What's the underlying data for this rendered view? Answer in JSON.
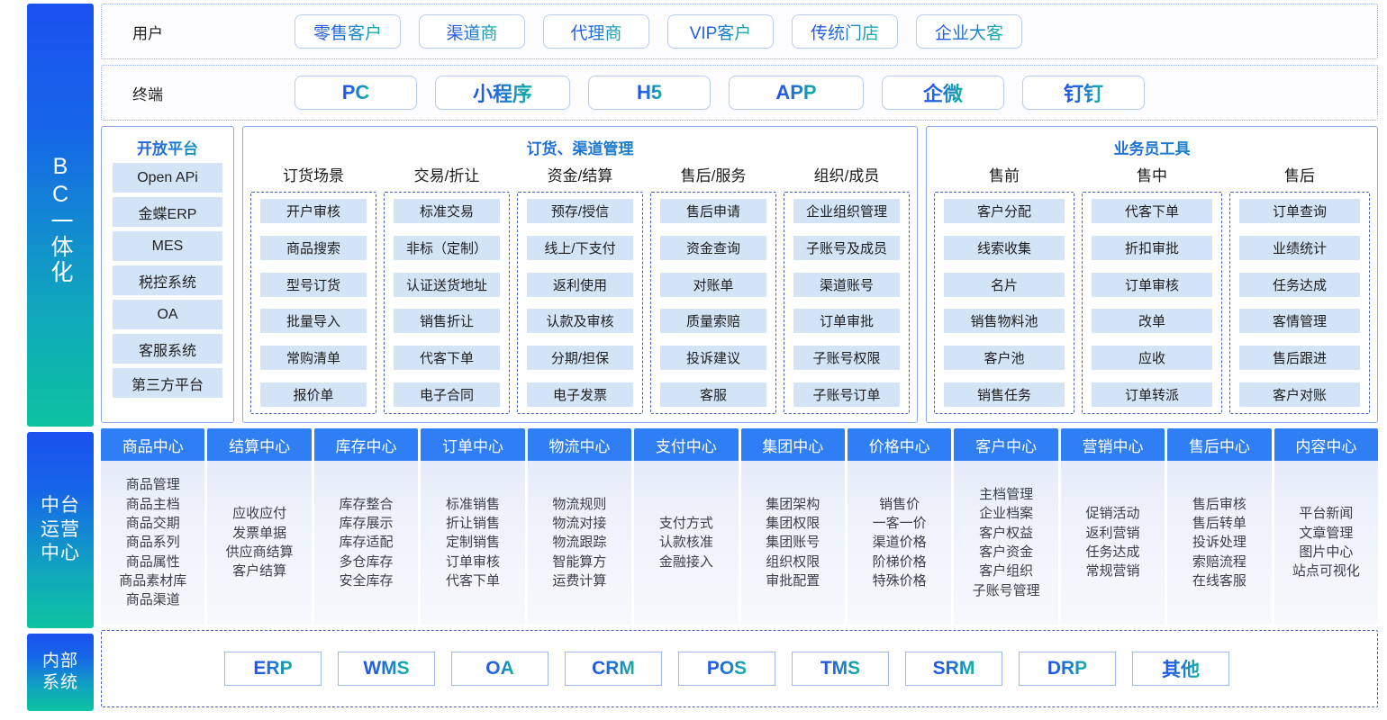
{
  "rail": {
    "bc": "BC一体化",
    "middle": [
      "中台",
      "运营",
      "中心"
    ],
    "internal": [
      "内部",
      "系统"
    ]
  },
  "channels": {
    "user": {
      "label": "用户",
      "items": [
        "零售客户",
        "渠道商",
        "代理商",
        "VIP客户",
        "传统门店",
        "企业大客"
      ]
    },
    "terminal": {
      "label": "终端",
      "items": [
        "PC",
        "小程序",
        "H5",
        "APP",
        "企微",
        "钉钉"
      ]
    }
  },
  "open_platform": {
    "title": "开放平台",
    "items": [
      "Open APi",
      "金蝶ERP",
      "MES",
      "税控系统",
      "OA",
      "客服系统",
      "第三方平台"
    ]
  },
  "order_channel": {
    "title": "订货、渠道管理",
    "columns": [
      {
        "head": "订货场景",
        "items": [
          "开户审核",
          "商品搜索",
          "型号订货",
          "批量导入",
          "常购清单",
          "报价单"
        ]
      },
      {
        "head": "交易/折让",
        "items": [
          "标准交易",
          "非标（定制）",
          "认证送货地址",
          "销售折让",
          "代客下单",
          "电子合同"
        ]
      },
      {
        "head": "资金/结算",
        "items": [
          "预存/授信",
          "线上/下支付",
          "返利使用",
          "认款及审核",
          "分期/担保",
          "电子发票"
        ]
      },
      {
        "head": "售后/服务",
        "items": [
          "售后申请",
          "资金查询",
          "对账单",
          "质量索赔",
          "投诉建议",
          "客服"
        ]
      },
      {
        "head": "组织/成员",
        "items": [
          "企业组织管理",
          "子账号及成员",
          "渠道账号",
          "订单审批",
          "子账号权限",
          "子账号订单"
        ]
      }
    ]
  },
  "sales_tools": {
    "title": "业务员工具",
    "columns": [
      {
        "head": "售前",
        "items": [
          "客户分配",
          "线索收集",
          "名片",
          "销售物料池",
          "客户池",
          "销售任务"
        ]
      },
      {
        "head": "售中",
        "items": [
          "代客下单",
          "折扣审批",
          "订单审核",
          "改单",
          "应收",
          "订单转派"
        ]
      },
      {
        "head": "售后",
        "items": [
          "订单查询",
          "业绩统计",
          "任务达成",
          "客情管理",
          "售后跟进",
          "客户对账"
        ]
      }
    ]
  },
  "centers": [
    {
      "head": "商品中心",
      "items": [
        "商品管理",
        "商品主档",
        "商品交期",
        "商品系列",
        "商品属性",
        "商品素材库",
        "商品渠道"
      ]
    },
    {
      "head": "结算中心",
      "items": [
        "应收应付",
        "发票单据",
        "供应商结算",
        "客户结算"
      ]
    },
    {
      "head": "库存中心",
      "items": [
        "库存整合",
        "库存展示",
        "库存适配",
        "多仓库存",
        "安全库存"
      ]
    },
    {
      "head": "订单中心",
      "items": [
        "标准销售",
        "折让销售",
        "定制销售",
        "订单审核",
        "代客下单"
      ]
    },
    {
      "head": "物流中心",
      "items": [
        "物流规则",
        "物流对接",
        "物流跟踪",
        "智能算方",
        "运费计算"
      ]
    },
    {
      "head": "支付中心",
      "items": [
        "支付方式",
        "认款核准",
        "金融接入"
      ]
    },
    {
      "head": "集团中心",
      "items": [
        "集团架构",
        "集团权限",
        "集团账号",
        "组织权限",
        "审批配置"
      ]
    },
    {
      "head": "价格中心",
      "items": [
        "销售价",
        "一客一价",
        "渠道价格",
        "阶梯价格",
        "特殊价格"
      ]
    },
    {
      "head": "客户中心",
      "items": [
        "主档管理",
        "企业档案",
        "客户权益",
        "客户资金",
        "客户组织",
        "子账号管理"
      ]
    },
    {
      "head": "营销中心",
      "items": [
        "促销活动",
        "返利营销",
        "任务达成",
        "常规营销"
      ]
    },
    {
      "head": "售后中心",
      "items": [
        "售后审核",
        "售后转单",
        "投诉处理",
        "索赔流程",
        "在线客服"
      ]
    },
    {
      "head": "内容中心",
      "items": [
        "平台新闻",
        "文章管理",
        "图片中心",
        "站点可视化"
      ]
    }
  ],
  "internal_systems": [
    "ERP",
    "WMS",
    "OA",
    "CRM",
    "POS",
    "TMS",
    "SRM",
    "DRP",
    "其他"
  ],
  "colors": {
    "brand_blue": "#2350E8",
    "brand_teal": "#11B89C",
    "center_head": "#2f7ef4",
    "cell_bg": "#d4e4f7"
  }
}
